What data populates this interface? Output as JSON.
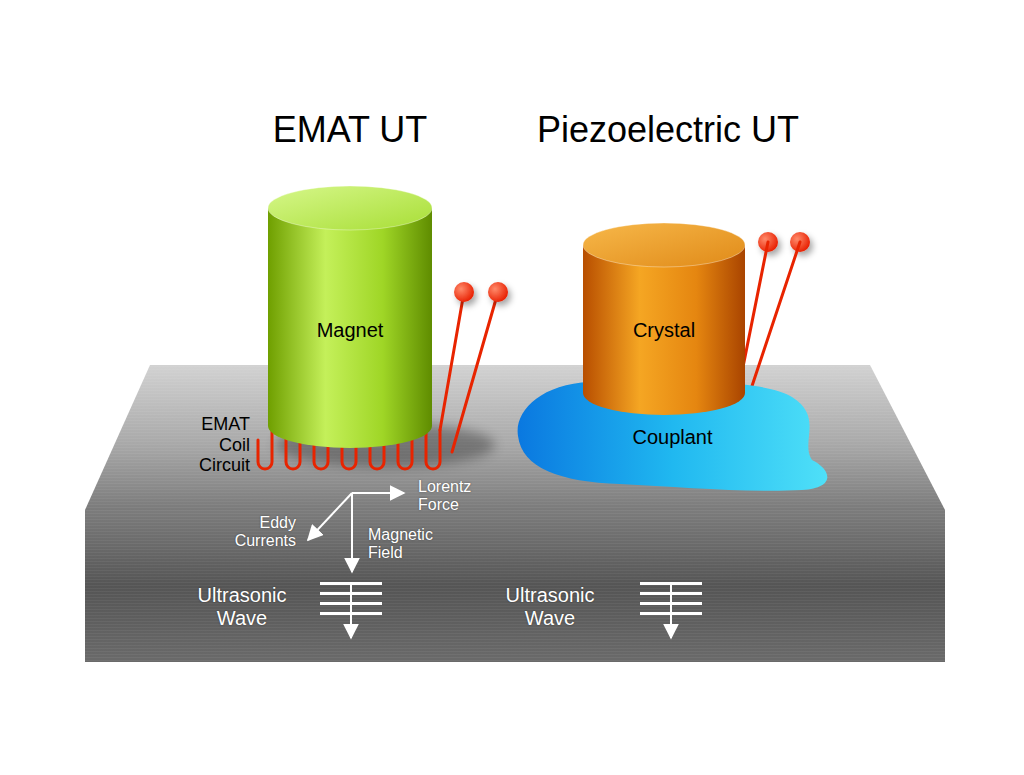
{
  "diagram": {
    "nodes": [
      {
        "text": [
          "Magnet"
        ]
      },
      {
        "text": [
          "Crystal"
        ]
      },
      {
        "text": [
          "Couplant"
        ]
      }
    ],
    "labels": [
      "EMAT UT",
      "Piezoelectric UT",
      "EMAT Coil Circuit",
      "Lorentz Force",
      "Eddy Currents",
      "Magnetic Field",
      "Ultrasonic Wave",
      "Ultrasonic Wave"
    ]
  }
}
